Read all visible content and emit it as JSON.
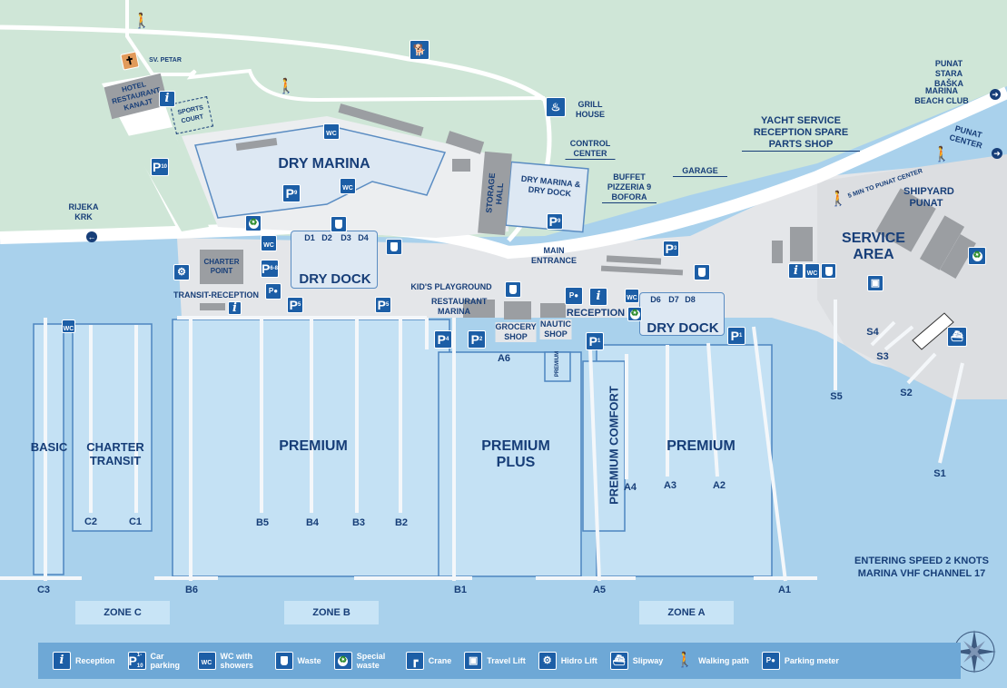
{
  "map": {
    "places": {
      "sv_petar": "SV. PETAR",
      "hotel": "HOTEL RESTAURANT KANAJT",
      "sports_court": "SPORTS COURT",
      "dry_marina": "DRY MARINA",
      "storage_hall": "STORAGE HALL",
      "dry_marina_dock": "DRY MARINA & DRY DOCK",
      "grill_house": "GRILL HOUSE",
      "control_center": "CONTROL CENTER",
      "buffet": "BUFFET PIZZERIA 9 BOFORA",
      "garage": "GARAGE",
      "yacht_service": "YACHT SERVICE RECEPTION SPARE PARTS SHOP",
      "punat_stara_baska": "PUNAT STARA BAŠKA",
      "marina_beach_club": "MARINA BEACH CLUB",
      "punat_center": "PUNAT CENTER",
      "five_min": "5 MIN TO PUNAT CENTER",
      "shipyard": "SHIPYARD PUNAT",
      "service_area": "SERVICE AREA",
      "rijeka_krk": "RIJEKA KRK",
      "charter_point": "CHARTER POINT",
      "transit_reception": "TRANSIT-RECEPTION",
      "dry_dock": "DRY DOCK",
      "kids_playground": "KID'S PLAYGROUND",
      "restaurant_marina": "RESTAURANT MARINA",
      "grocery_shop": "GROCERY SHOP",
      "nautic_shop": "NAUTIC SHOP",
      "main_entrance": "MAIN ENTRANCE",
      "reception": "RECEPTION"
    },
    "dry_dock_berths": [
      "D1",
      "D2",
      "D3",
      "D4",
      "D6",
      "D7",
      "D8"
    ],
    "sections": {
      "basic": "BASIC",
      "charter_transit": "CHARTER TRANSIT",
      "premium_b": "PREMIUM",
      "premium_plus": "PREMIUM PLUS",
      "premium_comfort": "PREMIUM COMFORT",
      "premium_a": "PREMIUM",
      "premium_small": "PREMIUM"
    },
    "piers": {
      "C1": "C1",
      "C2": "C2",
      "C3": "C3",
      "B1": "B1",
      "B2": "B2",
      "B3": "B3",
      "B4": "B4",
      "B5": "B5",
      "B6": "B6",
      "A1": "A1",
      "A2": "A2",
      "A3": "A3",
      "A4": "A4",
      "A5": "A5",
      "A6": "A6",
      "S1": "S1",
      "S2": "S2",
      "S3": "S3",
      "S4": "S4",
      "S5": "S5"
    },
    "zones": [
      "ZONE C",
      "ZONE B",
      "ZONE A"
    ],
    "notice": [
      "ENTERING SPEED 2 KNOTS",
      "MARINA VHF CHANNEL 17"
    ],
    "parking_numbers": {
      "p10": "10",
      "p9": "9",
      "p68": "6-8",
      "p5": "5",
      "p4": "4",
      "p3": "3",
      "p2": "2",
      "p1": "1"
    }
  },
  "legend": [
    {
      "icon": "reception-icon",
      "label": "Reception"
    },
    {
      "icon": "car-parking-icon",
      "label": "Car parking",
      "sub": "1-10"
    },
    {
      "icon": "wc-showers-icon",
      "label": "WC with showers"
    },
    {
      "icon": "waste-icon",
      "label": "Waste"
    },
    {
      "icon": "special-waste-icon",
      "label": "Special waste"
    },
    {
      "icon": "crane-icon",
      "label": "Crane"
    },
    {
      "icon": "travel-lift-icon",
      "label": "Travel Lift"
    },
    {
      "icon": "hidro-lift-icon",
      "label": "Hidro Lift"
    },
    {
      "icon": "slipway-icon",
      "label": "Slipway"
    },
    {
      "icon": "walking-path-icon",
      "label": "Walking path"
    },
    {
      "icon": "parking-meter-icon",
      "label": "Parking meter"
    }
  ],
  "colors": {
    "land": "#cfe6d7",
    "sea": "#a9d1ec",
    "zone": "#c4e1f4",
    "text": "#173e78",
    "icon": "#1c5ea6",
    "building": "#9b9ea2",
    "paved": "#e4e6e9"
  }
}
